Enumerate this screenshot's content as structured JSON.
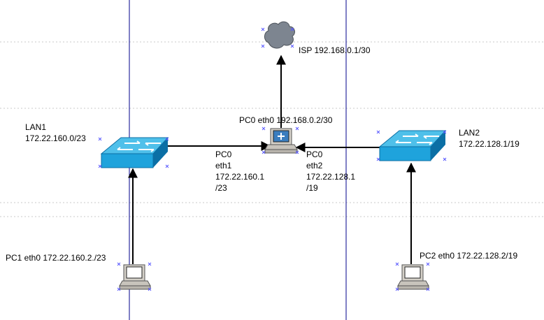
{
  "diagram": {
    "nodes": {
      "isp": {
        "label": "ISP 192.168.0.1/30"
      },
      "router_pc0": {
        "label": "PC0 eth0 192.168.0.2/30"
      },
      "lan1_switch": {
        "label_line1": "LAN1",
        "label_line2": "172.22.160.0/23"
      },
      "lan2_switch": {
        "label_line1": "LAN2",
        "label_line2": "172.22.128.1/19"
      },
      "pc1": {
        "label": "PC1 eth0 172.22.160.2./23"
      },
      "pc2": {
        "label": "PC2 eth0 172.22.128.2/19"
      }
    },
    "interfaces": {
      "eth1": {
        "line1": "PC0",
        "line2": "eth1",
        "line3": "172.22.160.1",
        "line4": "/23"
      },
      "eth2": {
        "line1": "PC0",
        "line2": "eth2",
        "line3": "172.22.128.1",
        "line4": "/19"
      }
    },
    "colors": {
      "guide_line": "#00008b",
      "grid_dash": "#c8c8c8",
      "connection": "#000000",
      "switch_blue": "#1fa3dc",
      "switch_dark": "#0b6fa5",
      "cloud": "#7d8590",
      "handle": "#5a5aff"
    }
  }
}
